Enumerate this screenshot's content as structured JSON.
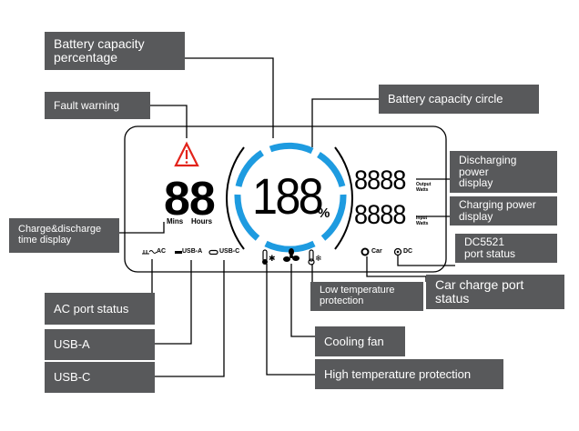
{
  "labels": {
    "battery_pct": "Battery capacity\npercentage",
    "fault": "Fault warning",
    "circle": "Battery capacity circle",
    "discharging": "Discharging\npower\ndisplay",
    "charging": "Charging power\ndisplay",
    "charge_time": "Charge&discharge\ntime display",
    "dc5521": "DC5521\nport status",
    "low_temp": "Low temperature\nprotection",
    "car_port": "Car charge port\nstatus",
    "ac_port": "AC port status",
    "usb_a": "USB-A",
    "cooling": "Cooling fan",
    "usb_c": "USB-C",
    "high_temp": "High temperature protection"
  },
  "lcd": {
    "time_digits": "88",
    "mins": "Mins",
    "hours": "Hours",
    "pct_digits": "188",
    "pct_sign": "%",
    "output_digits": "8888",
    "output_lbl": "Output\nWatts",
    "input_digits": "8888",
    "input_lbl": "Input\nWatts",
    "ac": "AC",
    "usba": "USB-A",
    "usbc": "USB-C",
    "car": "Car",
    "dc": "DC"
  },
  "colors": {
    "label_bg": "#58595b",
    "ring": "#1e9be0",
    "warning": "#e2231a"
  }
}
